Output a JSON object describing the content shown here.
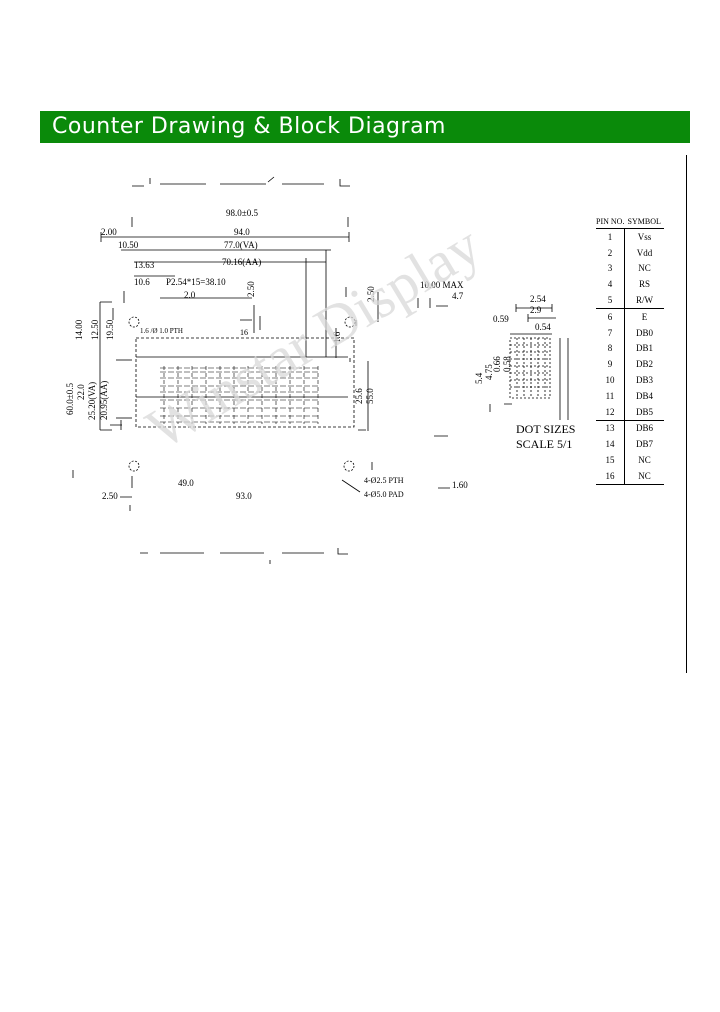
{
  "header": {
    "title": "Counter Drawing & Block Diagram",
    "bg_color": "#0a8a0a",
    "text_color": "#ffffff"
  },
  "drawing": {
    "dims": {
      "d98": "98.0±0.5",
      "d2": "2.00",
      "d94": "94.0",
      "d1050": "10.50",
      "d77": "77.0(VA)",
      "d1363": "13.63",
      "d7016": "70.16(AA)",
      "d106": "10.6",
      "pitch": "P2.54*15=38.10",
      "d20": "2.0",
      "d250a": "2.50",
      "d250b": "2.50",
      "d1400": "14.00",
      "d1250": "12.50",
      "d1950": "19.50",
      "d600": "60.0±0.5",
      "d220": "22.0",
      "d2520": "25.20(VA)",
      "d2095": "20.95(AA)",
      "d16": "1.6",
      "d256": "25.6",
      "d550": "55.0",
      "d1000": "10.00 MAX",
      "d47": "4.7",
      "d490": "49.0",
      "d930": "93.0",
      "d250c": "2.50",
      "d160": "1.60",
      "pin_label": "1.6 /Ø 1.0 PTH",
      "pin16": "16",
      "hole1": "4-Ø2.5 PTH",
      "hole2": "4-Ø5.0 PAD"
    },
    "dot": {
      "d254": "2.54",
      "d29": "2.9",
      "d059": "0.59",
      "d054": "0.54",
      "d54": "5.4",
      "d475": "4.75",
      "d066": "0.66",
      "d058": "0.58",
      "caption": "DOT SIZES",
      "scale": "SCALE 5/1"
    }
  },
  "pin_table": {
    "header": [
      "PIN NO.",
      "SYMBOL"
    ],
    "rows": [
      [
        "1",
        "Vss"
      ],
      [
        "2",
        "Vdd"
      ],
      [
        "3",
        "NC"
      ],
      [
        "4",
        "RS"
      ],
      [
        "5",
        "R/W"
      ],
      [
        "6",
        "E"
      ],
      [
        "7",
        "DB0"
      ],
      [
        "8",
        "DB1"
      ],
      [
        "9",
        "DB2"
      ],
      [
        "10",
        "DB3"
      ],
      [
        "11",
        "DB4"
      ],
      [
        "12",
        "DB5"
      ],
      [
        "13",
        "DB6"
      ],
      [
        "14",
        "DB7"
      ],
      [
        "15",
        "NC"
      ],
      [
        "16",
        "NC"
      ]
    ]
  },
  "watermark": "Winstar Display"
}
